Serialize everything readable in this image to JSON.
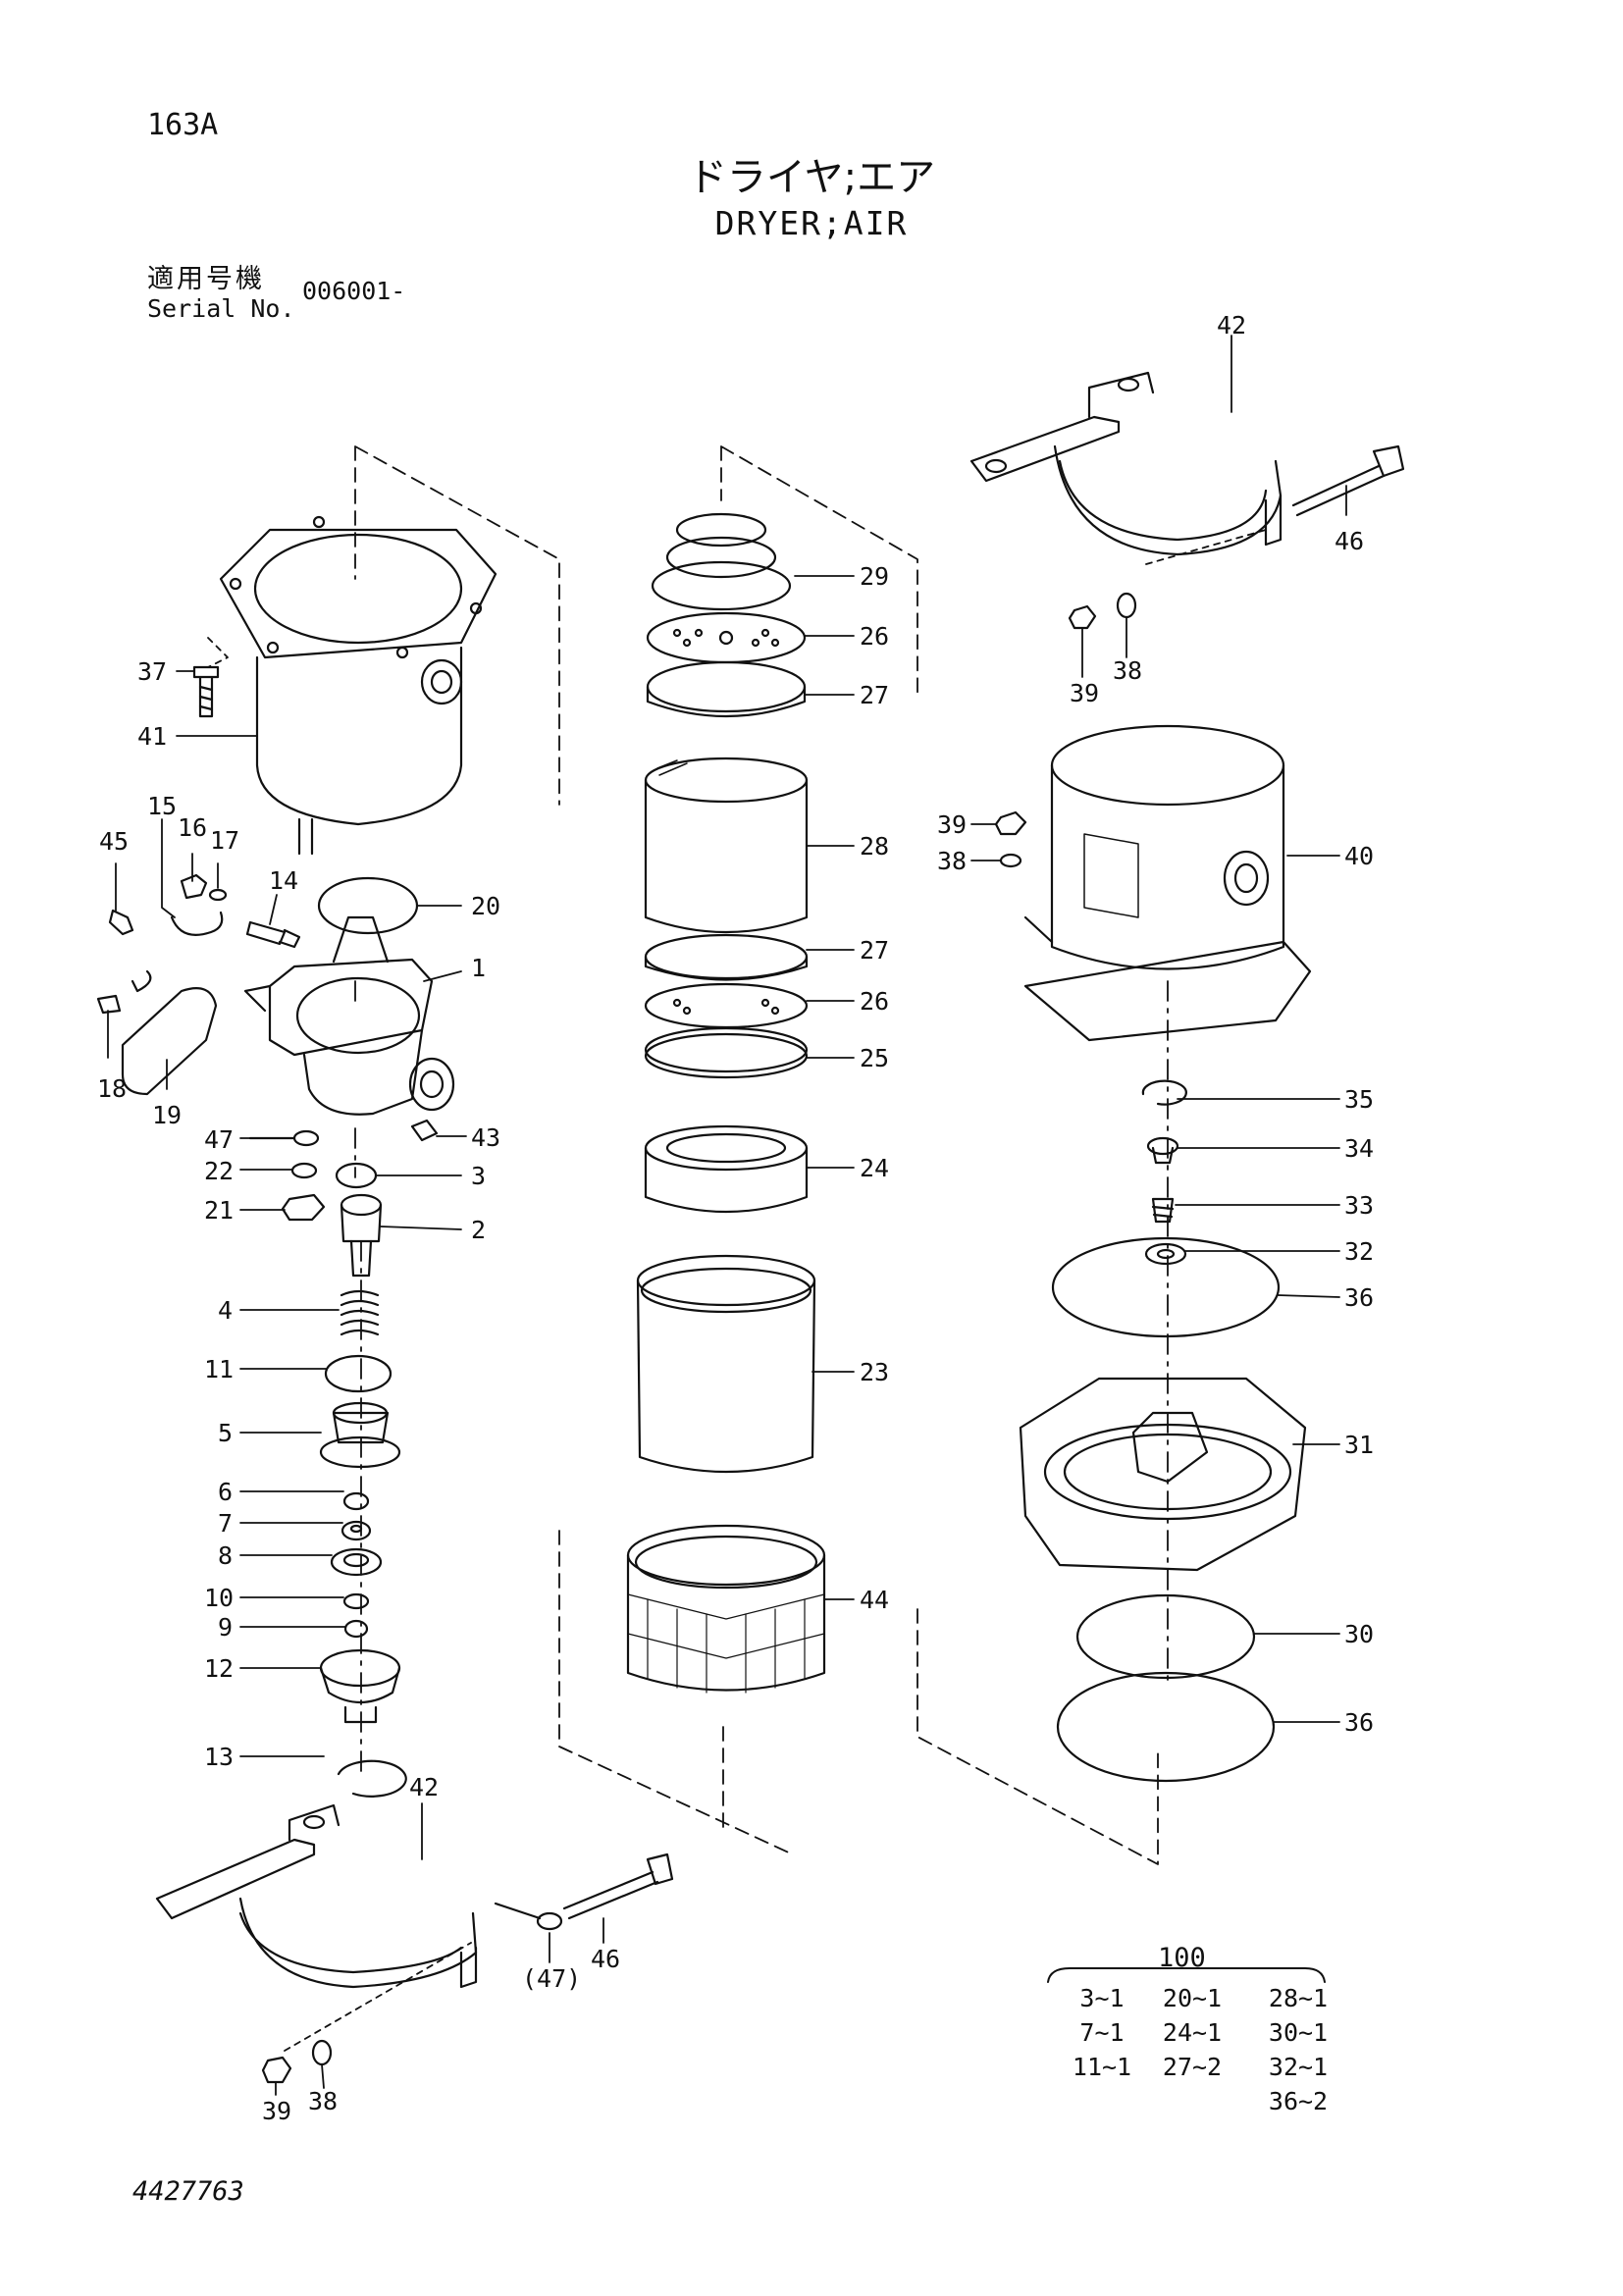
{
  "header": {
    "page_code": "163A",
    "title_jp": "ドライヤ;エア",
    "title_en": "DRYER;AIR",
    "serial_label_jp": "適用号機",
    "serial_label_en": "Serial No.",
    "serial_value": "006001-"
  },
  "footer": {
    "document_number": "4427763"
  },
  "callouts": [
    {
      "id": "c37",
      "label": "37"
    },
    {
      "id": "c41",
      "label": "41"
    },
    {
      "id": "c15",
      "label": "15"
    },
    {
      "id": "c16",
      "label": "16"
    },
    {
      "id": "c17",
      "label": "17"
    },
    {
      "id": "c45",
      "label": "45"
    },
    {
      "id": "c14",
      "label": "14"
    },
    {
      "id": "c20",
      "label": "20"
    },
    {
      "id": "c1",
      "label": "1"
    },
    {
      "id": "c18",
      "label": "18"
    },
    {
      "id": "c19",
      "label": "19"
    },
    {
      "id": "c47",
      "label": "47"
    },
    {
      "id": "c43",
      "label": "43"
    },
    {
      "id": "c22",
      "label": "22"
    },
    {
      "id": "c3",
      "label": "3"
    },
    {
      "id": "c21",
      "label": "21"
    },
    {
      "id": "c2",
      "label": "2"
    },
    {
      "id": "c4",
      "label": "4"
    },
    {
      "id": "c11",
      "label": "11"
    },
    {
      "id": "c5",
      "label": "5"
    },
    {
      "id": "c6",
      "label": "6"
    },
    {
      "id": "c7",
      "label": "7"
    },
    {
      "id": "c8",
      "label": "8"
    },
    {
      "id": "c10",
      "label": "10"
    },
    {
      "id": "c9",
      "label": "9"
    },
    {
      "id": "c12",
      "label": "12"
    },
    {
      "id": "c13",
      "label": "13"
    },
    {
      "id": "c42b",
      "label": "42"
    },
    {
      "id": "c46b",
      "label": "46"
    },
    {
      "id": "c47b",
      "label": "(47)"
    },
    {
      "id": "c39b",
      "label": "39"
    },
    {
      "id": "c38b",
      "label": "38"
    },
    {
      "id": "c29",
      "label": "29"
    },
    {
      "id": "c26a",
      "label": "26"
    },
    {
      "id": "c27a",
      "label": "27"
    },
    {
      "id": "c28",
      "label": "28"
    },
    {
      "id": "c27b",
      "label": "27"
    },
    {
      "id": "c26b",
      "label": "26"
    },
    {
      "id": "c25",
      "label": "25"
    },
    {
      "id": "c24",
      "label": "24"
    },
    {
      "id": "c23",
      "label": "23"
    },
    {
      "id": "c44",
      "label": "44"
    },
    {
      "id": "c42a",
      "label": "42"
    },
    {
      "id": "c46a",
      "label": "46"
    },
    {
      "id": "c39a",
      "label": "39"
    },
    {
      "id": "c38a",
      "label": "38"
    },
    {
      "id": "c39c",
      "label": "39"
    },
    {
      "id": "c38c",
      "label": "38"
    },
    {
      "id": "c40",
      "label": "40"
    },
    {
      "id": "c35",
      "label": "35"
    },
    {
      "id": "c34",
      "label": "34"
    },
    {
      "id": "c33",
      "label": "33"
    },
    {
      "id": "c32",
      "label": "32"
    },
    {
      "id": "c36a",
      "label": "36"
    },
    {
      "id": "c31",
      "label": "31"
    },
    {
      "id": "c30",
      "label": "30"
    },
    {
      "id": "c36b",
      "label": "36"
    }
  ],
  "kit": {
    "number": "100",
    "columns": [
      [
        "3~1",
        "7~1",
        "11~1"
      ],
      [
        "20~1",
        "24~1",
        "27~2"
      ],
      [
        "28~1",
        "30~1",
        "32~1",
        "36~2"
      ]
    ]
  }
}
